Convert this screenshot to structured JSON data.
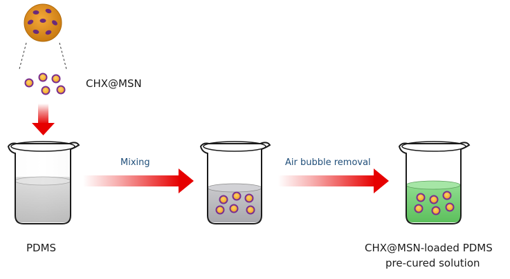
{
  "labels": {
    "nanoparticle": "CHX@MSN",
    "step1": "Mixing",
    "step2": "Air bubble removal",
    "beaker1": "PDMS",
    "beaker3_line1": "CHX@MSN-loaded PDMS",
    "beaker3_line2": "pre-cured solution"
  },
  "colors": {
    "arrow": "#e60000",
    "pdms_liquid": "#c8c8c8",
    "loaded_liquid": "#b9b9bd",
    "final_liquid": "#7fd07f",
    "particle_core": "#f7b733",
    "particle_shell": "#7a2f8f",
    "msn_body": "#e8951e",
    "step_text": "#1f4e79"
  }
}
